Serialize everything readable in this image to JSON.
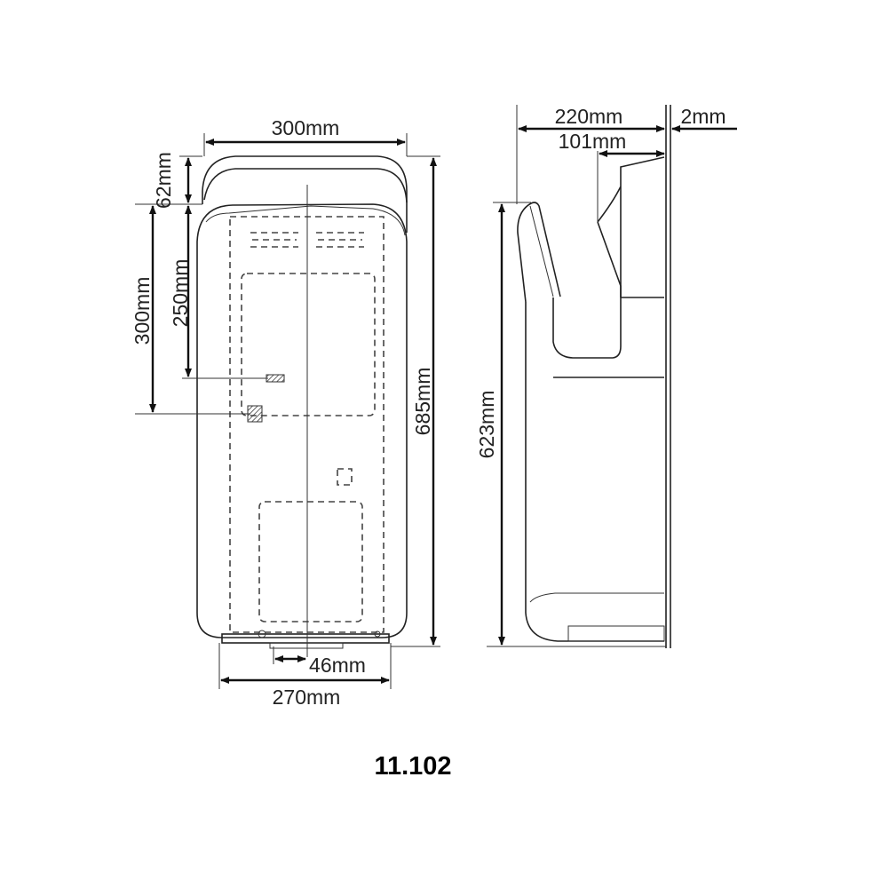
{
  "front_view": {
    "width_top": "300mm",
    "cap_height": "62mm",
    "hole_250": "250mm",
    "hole_300": "300mm",
    "total_height": "685mm",
    "outlet_offset": "46mm",
    "width_bottom": "270mm"
  },
  "side_view": {
    "depth": "220mm",
    "wall_gap": "2mm",
    "top_depth": "101mm",
    "height": "623mm"
  },
  "model_number": "11.102",
  "colors": {
    "line": "#222222",
    "background": "#ffffff"
  }
}
